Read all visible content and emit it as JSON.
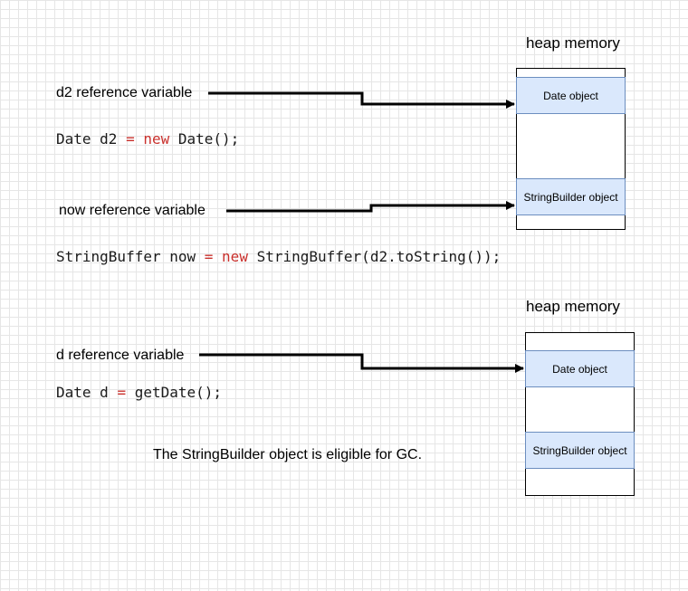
{
  "diagram1": {
    "heap_title": "heap memory",
    "d2_label": "d2 reference variable",
    "d2_code": {
      "t1": "Date d2 ",
      "op": "=",
      "t2": " ",
      "kw": "new",
      "t3": " Date();"
    },
    "now_label": "now reference variable",
    "now_code": {
      "t1": "StringBuffer now ",
      "op": "=",
      "t2": " ",
      "kw": "new",
      "t3": " StringBuffer(d2.toString());"
    },
    "heap_cells": [
      "Date object",
      "StringBuilder object"
    ]
  },
  "diagram2": {
    "heap_title": "heap memory",
    "d_label": "d reference variable",
    "d_code": {
      "t1": "Date d ",
      "op": "=",
      "t2": " getDate();"
    },
    "heap_cells": [
      "Date object",
      "StringBuilder object"
    ],
    "caption": "The StringBuilder object is eligible for GC."
  },
  "colors": {
    "grid": "#e6e6e6",
    "cell_fill": "#dae8fc",
    "cell_border": "#6c8ebf",
    "keyword": "#c9302c",
    "arrow": "#000000"
  }
}
